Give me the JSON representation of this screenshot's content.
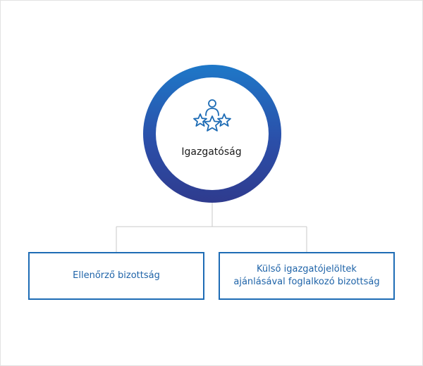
{
  "diagram": {
    "root": {
      "label": "Igazgatóság",
      "icon": "person-stars-icon"
    },
    "children": [
      {
        "label": "Ellenőrző bizottság"
      },
      {
        "label": "Külső igazgatójelöltek\najánlásával foglalkozó bizottság"
      }
    ]
  },
  "colors": {
    "ring_top": "#1e78c8",
    "ring_bottom": "#2f3b8e",
    "box_border": "#1e6cb5",
    "box_text": "#1e63a8",
    "connector": "#c8c8c8"
  }
}
